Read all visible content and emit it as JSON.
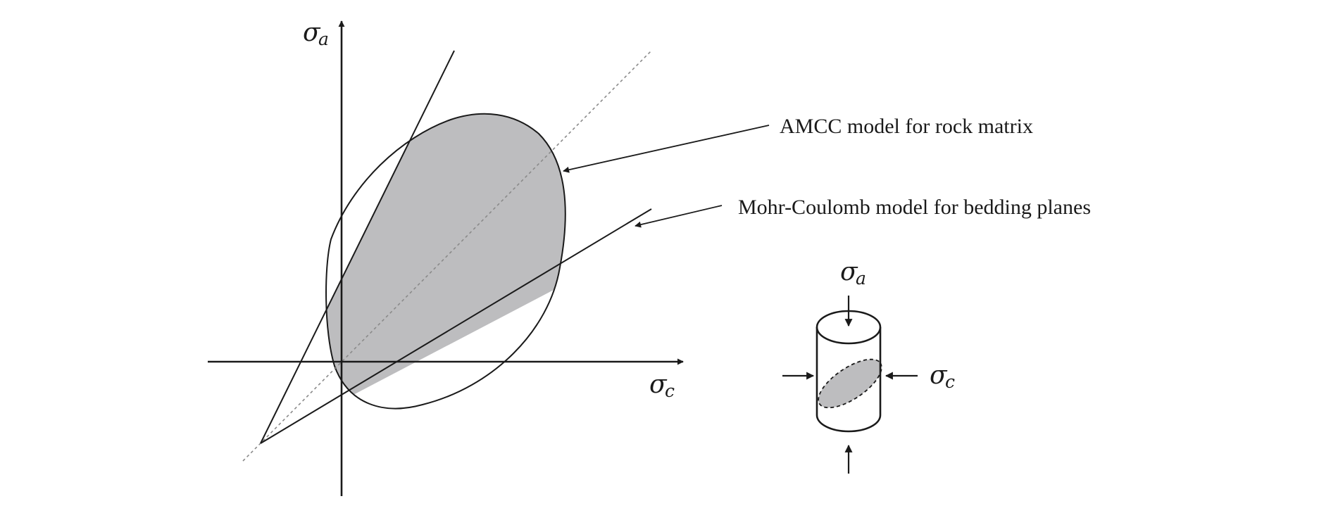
{
  "diagram": {
    "axis_vertical_label": {
      "symbol": "σ",
      "subscript": "a"
    },
    "axis_horizontal_label": {
      "symbol": "σ",
      "subscript": "c"
    },
    "annotations": {
      "amcc": "AMCC model for rock matrix",
      "mohr_coulomb": "Mohr-Coulomb model for bedding planes"
    },
    "specimen": {
      "axial_label": {
        "symbol": "σ",
        "subscript": "a"
      },
      "confining_label": {
        "symbol": "σ",
        "subscript": "c"
      }
    },
    "colors": {
      "ink": "#1a1a1a",
      "fill": "#bdbdbf",
      "guide": "#8a8a8a",
      "background": "#ffffff"
    }
  }
}
